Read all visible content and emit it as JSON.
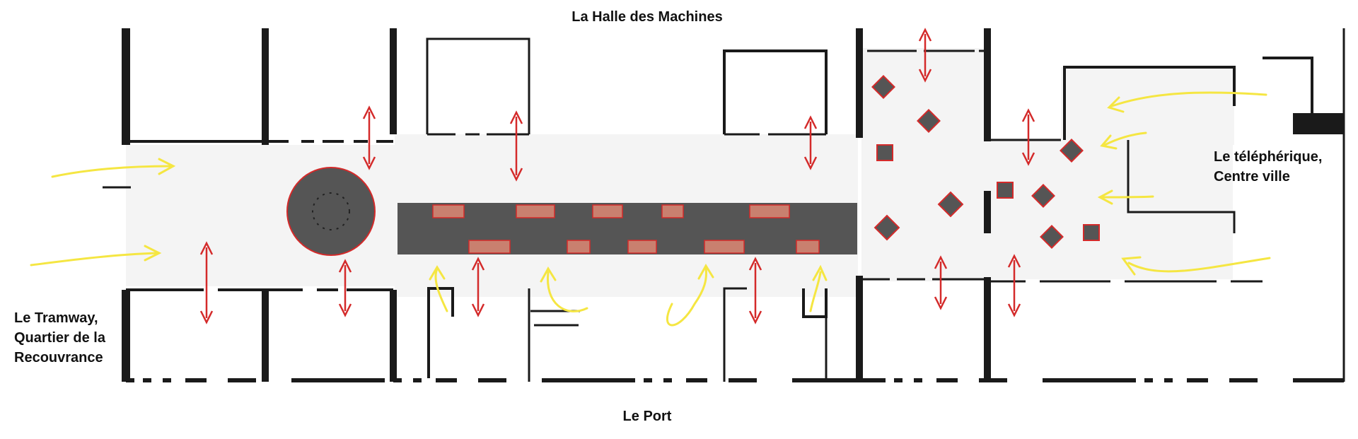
{
  "labels": {
    "top": "La Halle des Machines",
    "bottom": "Le Port",
    "left_line1": "Le Tramway,",
    "left_line2": "Quartier de la",
    "left_line3": "Recouvrance",
    "right_line1": "Le téléphérique,",
    "right_line2": "Centre ville"
  },
  "colors": {
    "wall": "#1a1a1a",
    "circulation_floor": "#f4f4f4",
    "central_block": "#555555",
    "entry_arrow": "#f5e642",
    "flow_arrow": "#d42a2a"
  },
  "icons": {
    "entry": "yellow-entry-arrow",
    "flow": "red-double-arrow",
    "object": "display-pillar"
  }
}
